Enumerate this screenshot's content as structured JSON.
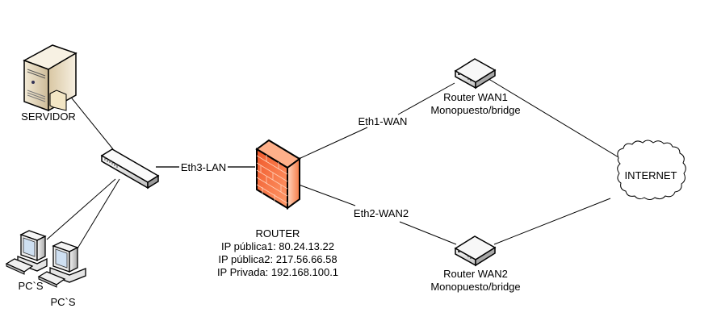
{
  "diagram": {
    "nodes": {
      "server": {
        "label": "SERVIDOR"
      },
      "switch": {
        "label": ""
      },
      "pc1": {
        "label": "PC`S"
      },
      "pc2": {
        "label": "PC`S"
      },
      "router": {
        "label": "ROUTER",
        "lines": [
          "IP pública1: 80.24.13.22",
          "IP pública2: 217.56.66.58",
          "IP Privada: 192.168.100.1"
        ]
      },
      "wan1": {
        "line1": "Router WAN1",
        "line2": "Monopuesto/bridge"
      },
      "wan2": {
        "line1": "Router WAN2",
        "line2": "Monopuesto/bridge"
      },
      "internet": {
        "label": "INTERNET"
      }
    },
    "links": {
      "lan": "Eth3-LAN",
      "wan1": "Eth1-WAN",
      "wan2": "Eth2-WAN2"
    },
    "colors": {
      "firewall": "#f26b3a",
      "server": "#e8dcc0",
      "line": "#000000"
    }
  }
}
